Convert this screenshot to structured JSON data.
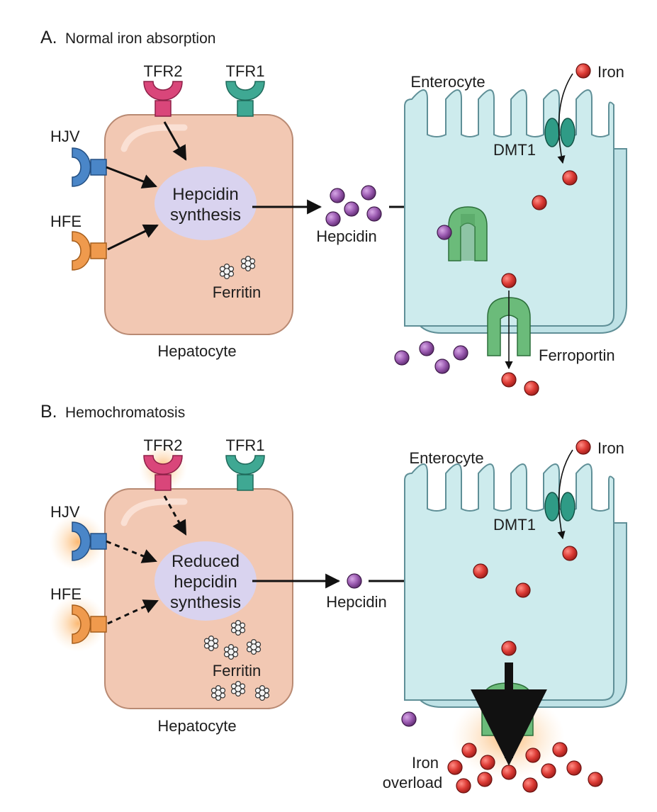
{
  "panel_a": {
    "letter": "A.",
    "title": "Normal iron absorption",
    "receptors": {
      "tfr2": "TFR2",
      "tfr1": "TFR1",
      "hjv": "HJV",
      "hfe": "HFE"
    },
    "synthesis_line1": "Hepcidin",
    "synthesis_line2": "synthesis",
    "ferritin": "Ferritin",
    "hepatocyte": "Hepatocyte",
    "hepcidin": "Hepcidin",
    "enterocyte": "Enterocyte",
    "dmt1": "DMT1",
    "iron": "Iron",
    "ferroportin": "Ferroportin"
  },
  "panel_b": {
    "letter": "B.",
    "title": "Hemochromatosis",
    "receptors": {
      "tfr2": "TFR2",
      "tfr1": "TFR1",
      "hjv": "HJV",
      "hfe": "HFE"
    },
    "synthesis_line1": "Reduced",
    "synthesis_line2": "hepcidin",
    "synthesis_line3": "synthesis",
    "ferritin": "Ferritin",
    "hepatocyte": "Hepatocyte",
    "hepcidin": "Hepcidin",
    "enterocyte": "Enterocyte",
    "dmt1": "DMT1",
    "iron": "Iron",
    "overload_line1": "Iron",
    "overload_line2": "overload"
  },
  "colors": {
    "hepatocyte_fill": "#f2c8b3",
    "hepatocyte_stroke": "#b98a73",
    "synthesis_fill": "#d9d3ef",
    "enterocyte_fill": "#cdebed",
    "enterocyte_stroke": "#5f8f97",
    "tfr2": "#d9467a",
    "tfr1": "#3fa893",
    "hjv": "#4a86c8",
    "hfe": "#ef9a4d",
    "ferroportin": "#6bbb7a",
    "dmt1": "#2f9b86",
    "iron": "#d93a35",
    "hepcidin": "#9a5ab0",
    "glow": "#fbc48a"
  }
}
